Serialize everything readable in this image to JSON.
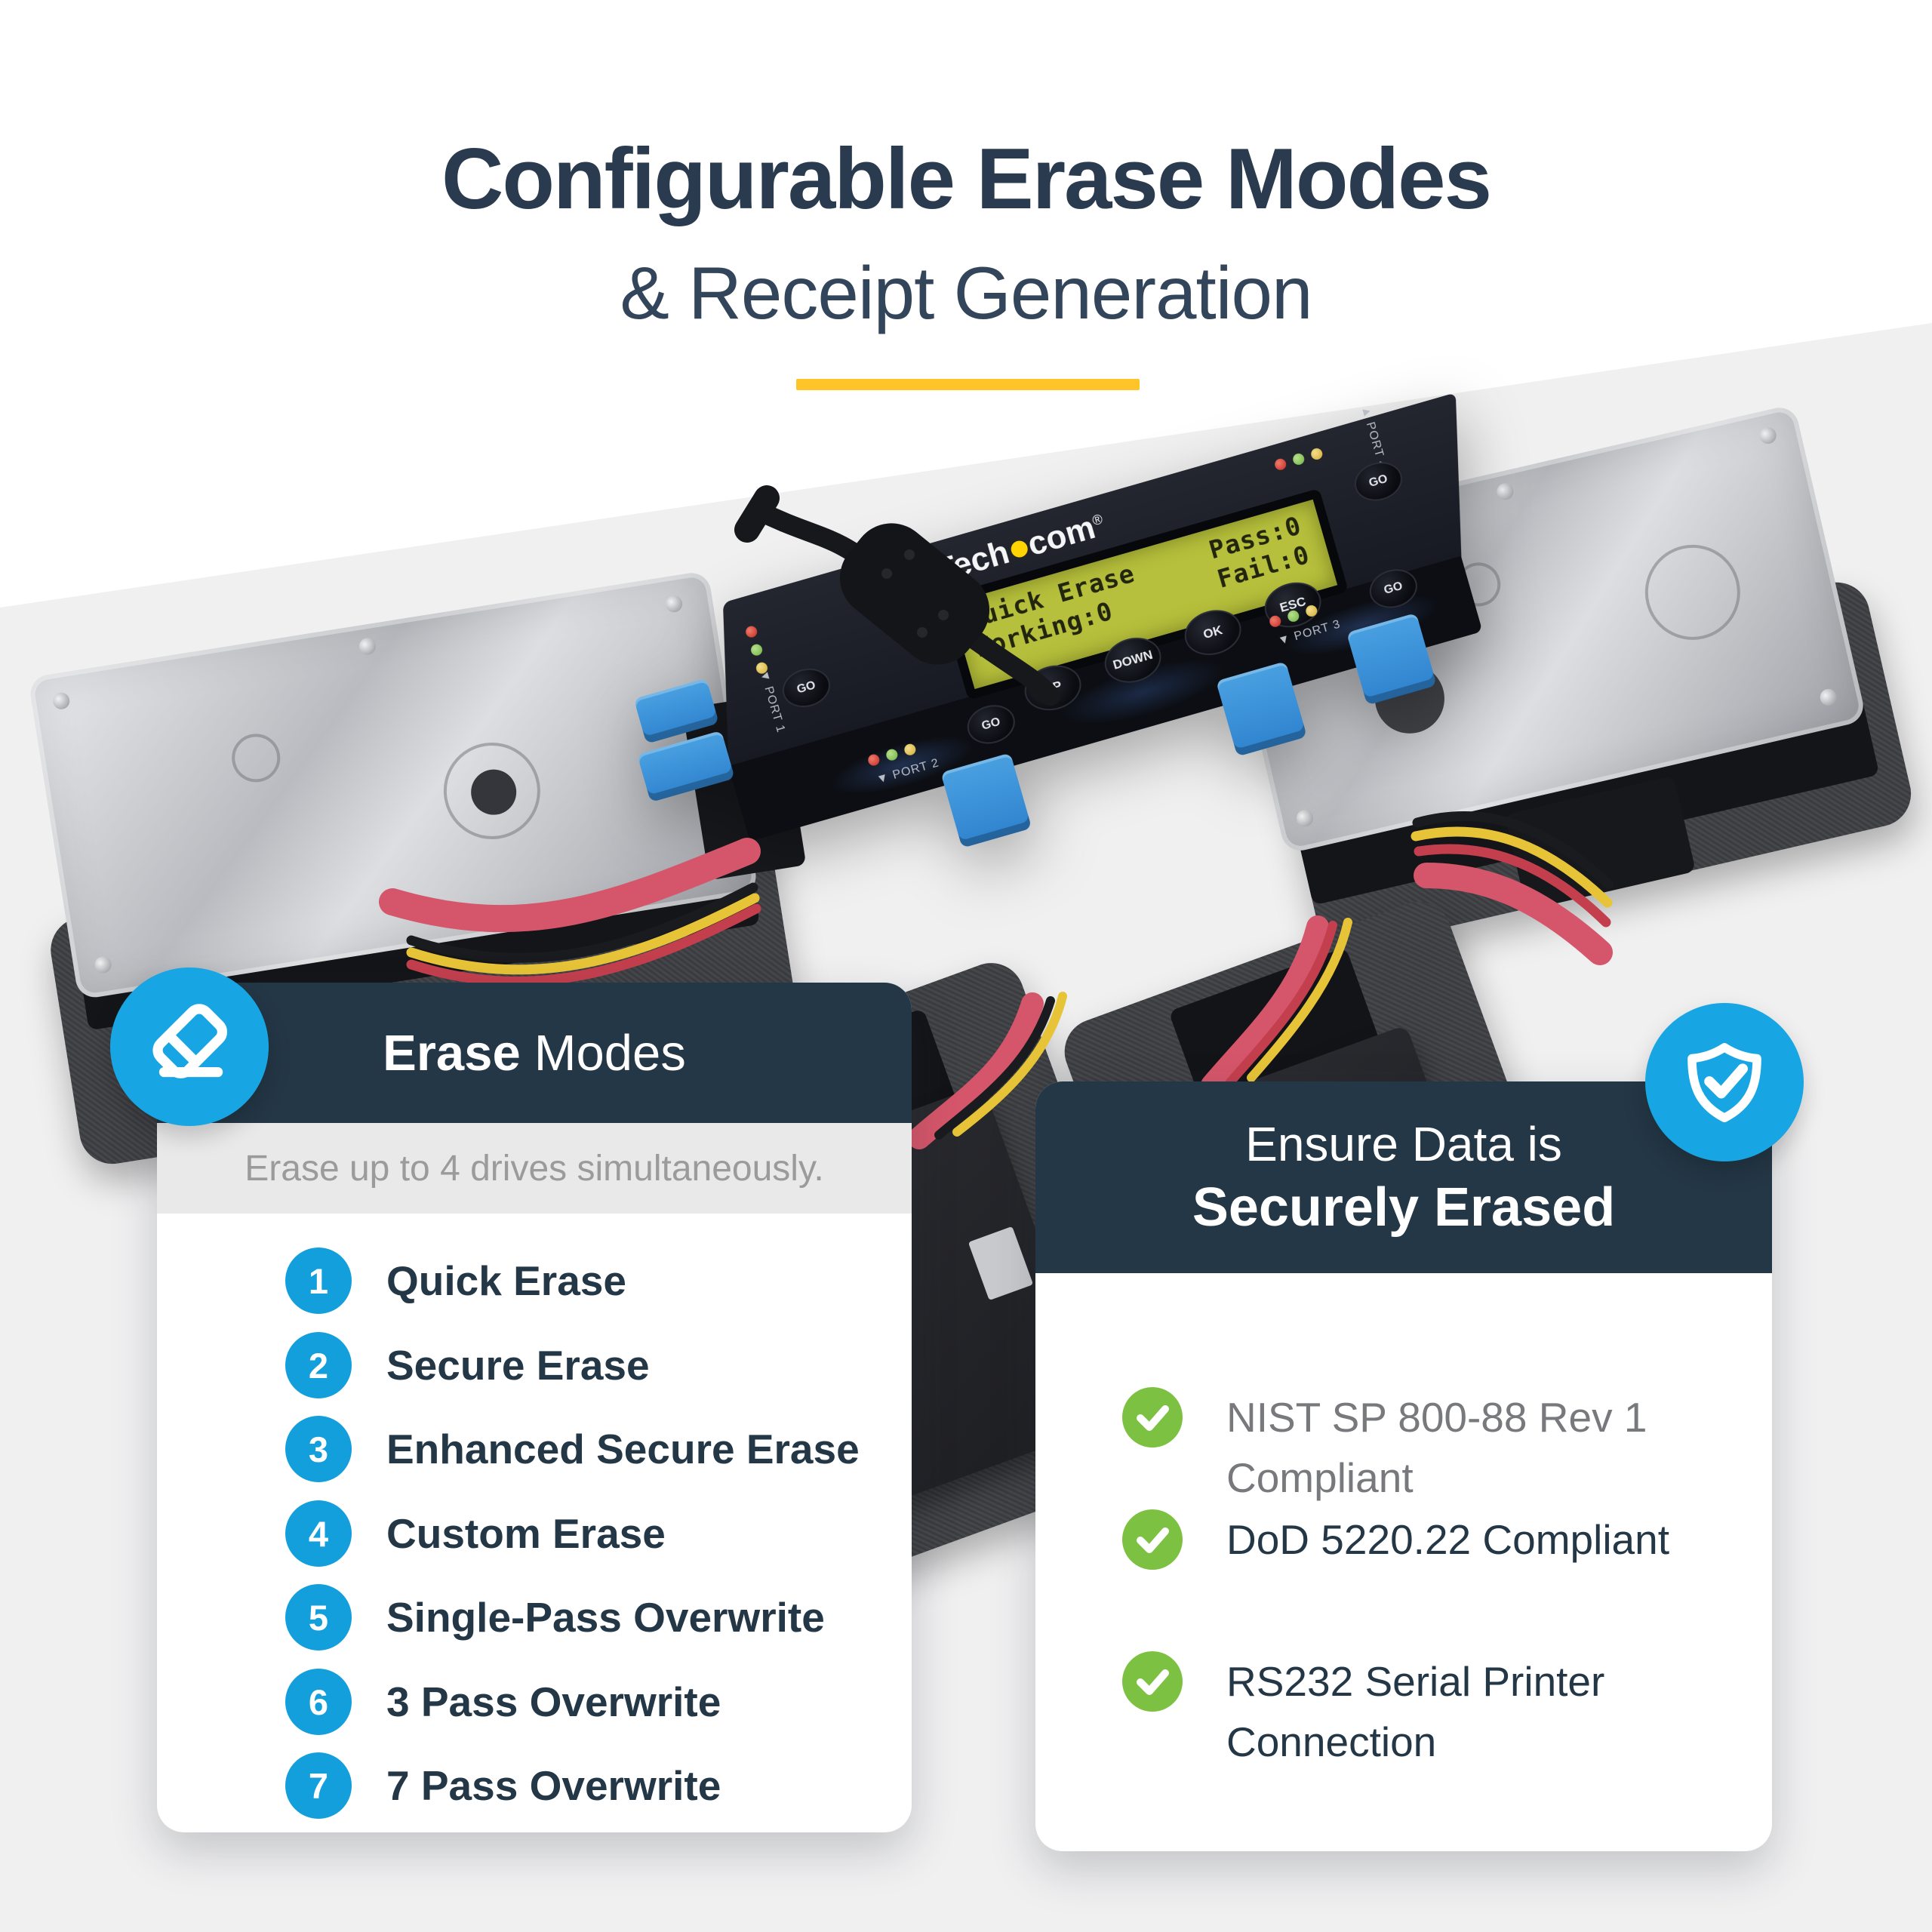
{
  "colors": {
    "accent_blue": "#17A6E3",
    "accent_yellow": "#FFC428",
    "accent_green": "#7CC142",
    "navy": "#243746",
    "title_navy": "#2A3B4F",
    "surface_gray": "#F0F0F1"
  },
  "title": {
    "line1": "Configurable Erase Modes",
    "line2": "& Receipt Generation"
  },
  "device": {
    "brand_prefix": "StarTech",
    "brand_suffix": "com",
    "brand_reg": "®",
    "lcd_line1": "Quick Erase     Pass:0",
    "lcd_line2": "Working:0       Fail:0",
    "buttons": [
      "UP",
      "DOWN",
      "OK",
      "ESC"
    ],
    "go_label": "GO",
    "ports": [
      "▼ PORT 1",
      "▼ PORT 2",
      "▼ PORT 3",
      "▲ PORT 4"
    ]
  },
  "erase_card": {
    "heading_bold": "Erase",
    "heading_light": "Modes",
    "subtitle": "Erase up to 4 drives simultaneously.",
    "items": [
      {
        "num": "1",
        "label": "Quick Erase"
      },
      {
        "num": "2",
        "label": "Secure Erase"
      },
      {
        "num": "3",
        "label": "Enhanced Secure Erase"
      },
      {
        "num": "4",
        "label": "Custom Erase"
      },
      {
        "num": "5",
        "label": "Single-Pass Overwrite"
      },
      {
        "num": "6",
        "label": "3 Pass Overwrite"
      },
      {
        "num": "7",
        "label": "7 Pass Overwrite"
      }
    ]
  },
  "secure_card": {
    "heading_line1": "Ensure Data is",
    "heading_line2": "Securely Erased",
    "items": [
      {
        "label": "NIST SP 800-88 Rev 1 Compliant",
        "muted": true
      },
      {
        "label": "DoD 5220.22 Compliant",
        "muted": false
      },
      {
        "label": "RS232 Serial Printer Connection",
        "muted": false
      }
    ]
  }
}
